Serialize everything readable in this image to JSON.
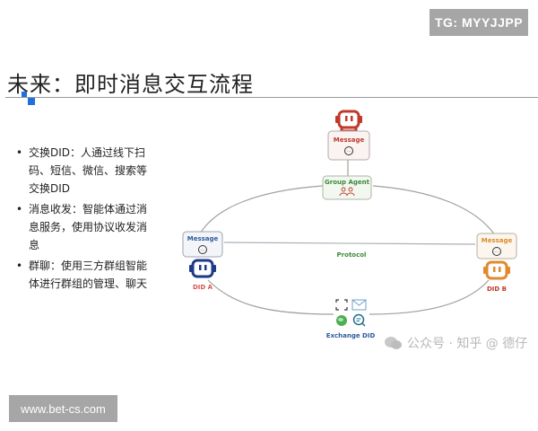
{
  "badges": {
    "top_right": "TG: MYYJJPP",
    "bottom_left": "www.bet-cs.com"
  },
  "slide": {
    "title": "未来：即时消息交互流程",
    "bullets": [
      "交换DID：人通过线下扫码、短信、微信、搜索等交换DID",
      "消息收发：智能体通过消息服务，使用协议收发消息",
      "群聊：使用三方群组智能体进行群组的管理、聊天"
    ]
  },
  "diagram": {
    "top_message": {
      "label": "Message",
      "color": "#c0392b"
    },
    "group_agent": {
      "label": "Group Agent",
      "color": "#3c8a3c"
    },
    "left_message": {
      "label": "Message",
      "color": "#2d5aa0"
    },
    "right_message": {
      "label": "Message",
      "color": "#e08a2c"
    },
    "did_a": {
      "label": "DID A",
      "color": "#d9534f",
      "robot_color": "#1e3a8a"
    },
    "did_b": {
      "label": "DID B",
      "color": "#c0392b",
      "robot_color": "#e08a2c"
    },
    "protocol": {
      "label": "Protocol",
      "color": "#3c8a3c"
    },
    "exchange": {
      "label": "Exchange DID",
      "color": "#2d5aa0"
    }
  },
  "watermark": {
    "text": "公众号 · 知乎 @ 德仔"
  }
}
